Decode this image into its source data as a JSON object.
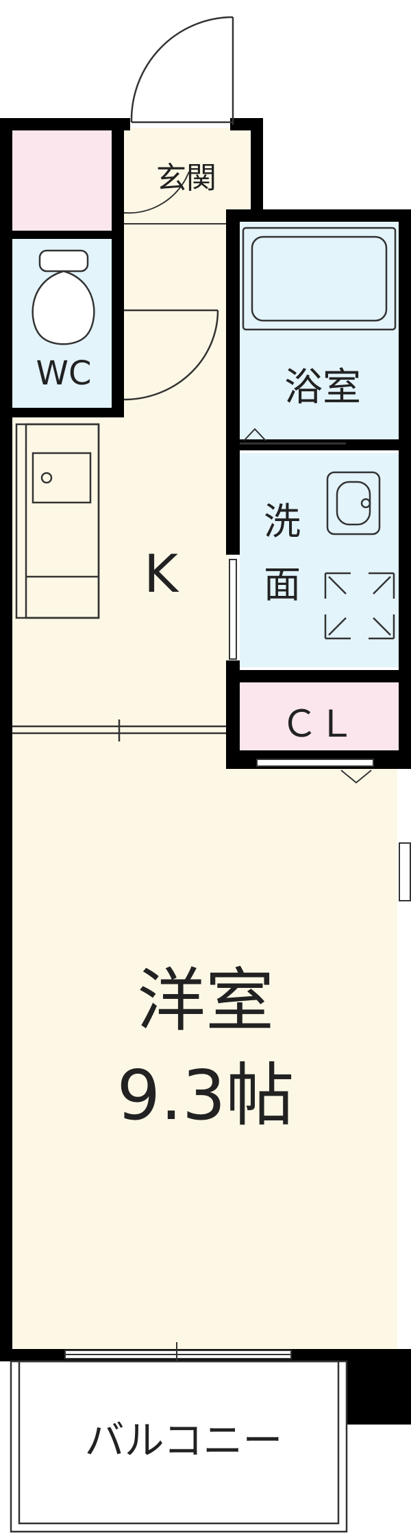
{
  "rooms": {
    "entrance": "玄関",
    "wc": "WC",
    "bath": "浴室",
    "washroom": "洗面",
    "kitchen": "K",
    "closet": "ＣＬ",
    "western_room": "洋室",
    "western_room_size": "9.3帖",
    "balcony": "バルコニー"
  },
  "colors": {
    "wall": "#000000",
    "floor": "#fdf8e6",
    "wet_area": "#e3f4fb",
    "storage": "#fbe6ed",
    "fixture_line": "#333333",
    "background": "#ffffff"
  }
}
